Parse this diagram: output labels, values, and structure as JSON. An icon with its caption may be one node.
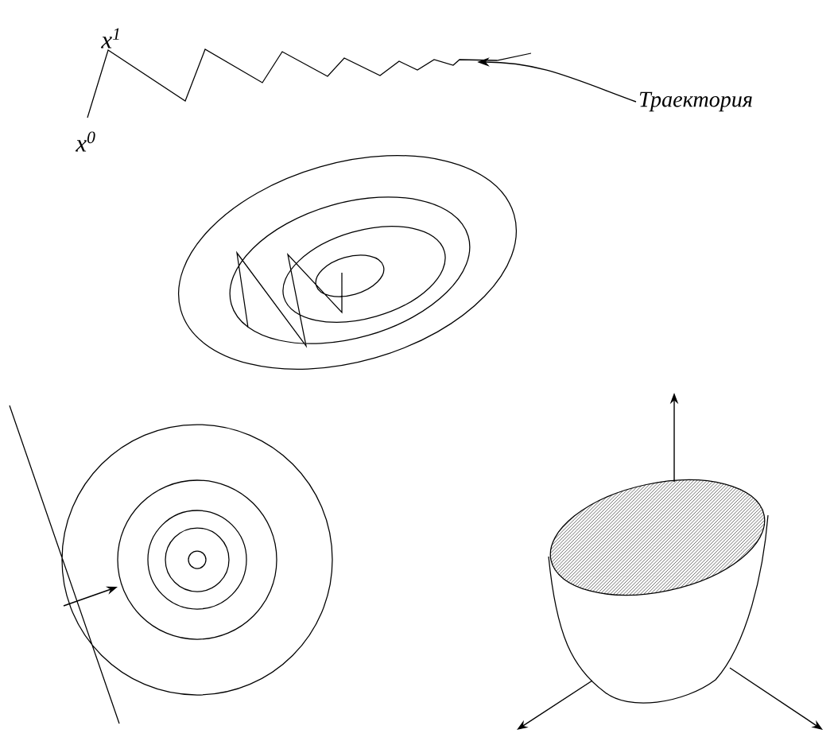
{
  "diagram": {
    "nodes": [
      {
        "text": [
          "Траектория"
        ]
      },
      {
        "text": [],
        "shape": "picture"
      }
    ],
    "edges": [
      {
        "from": 0,
        "to": 1,
        "arrow": "to"
      }
    ],
    "labels": [
      "x$^{1}$",
      "x$^{0}$"
    ]
  }
}
